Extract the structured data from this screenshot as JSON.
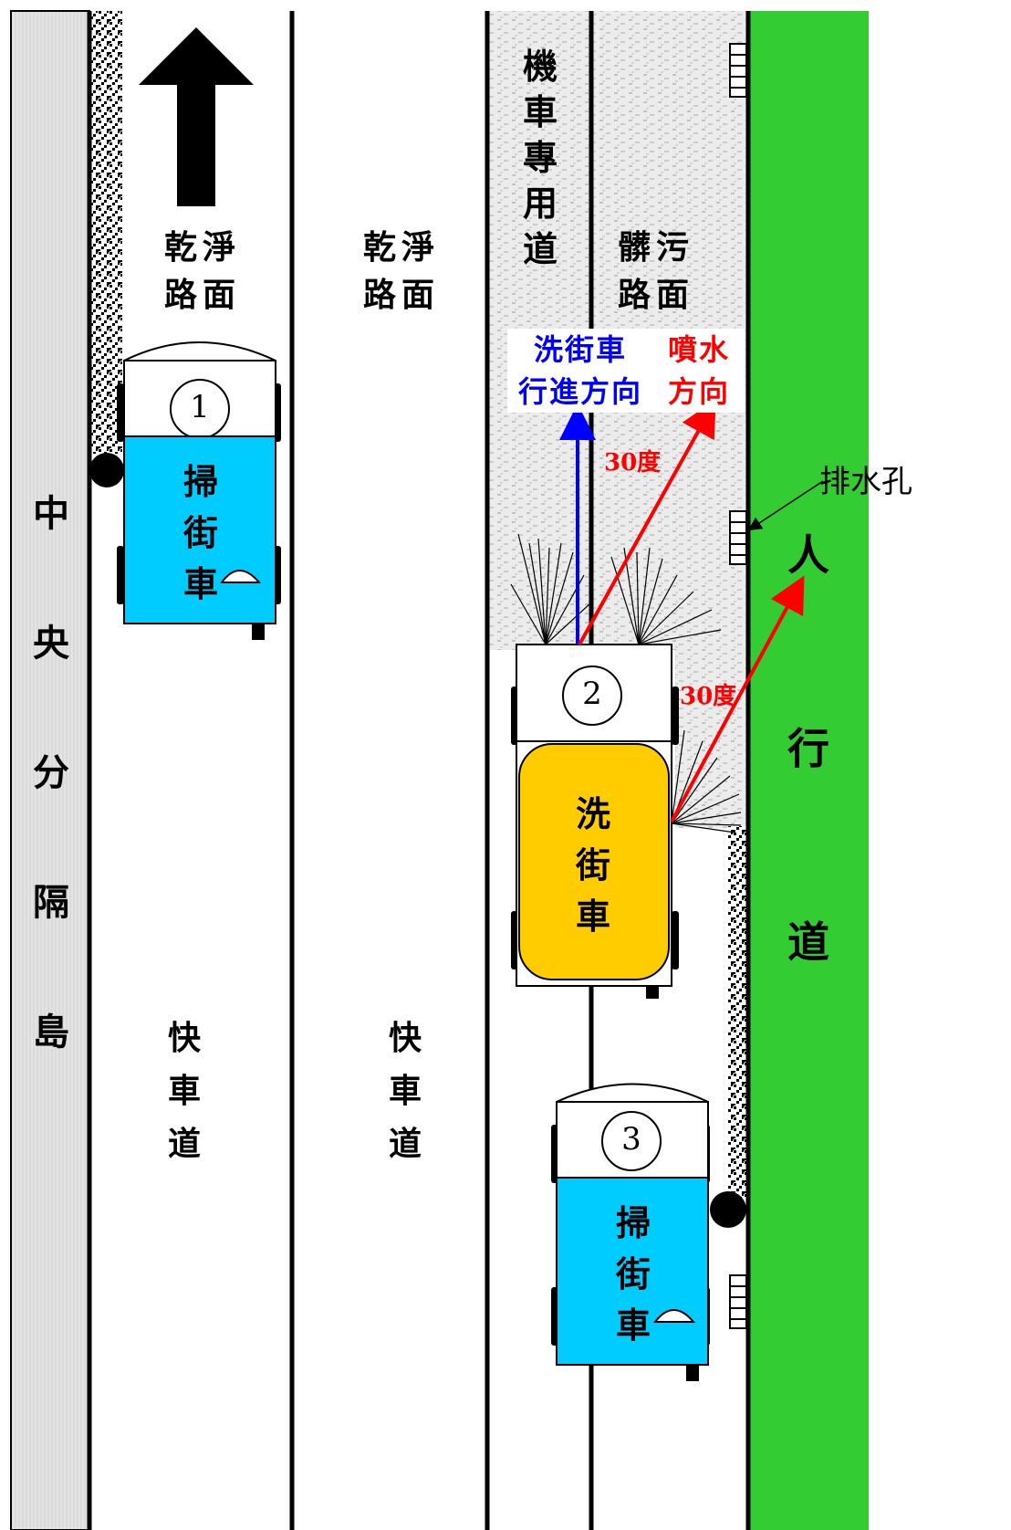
{
  "diagram": {
    "median_label": "中\n央\n分\n隔\n島",
    "clean_road_left": "乾淨\n路面",
    "clean_road_mid": "乾淨\n路面",
    "motorcycle_lane": "機\n車\n專\n用\n道",
    "dirty_road": "髒污\n路面",
    "wash_direction": "洗街車\n行進方向",
    "spray_direction": "噴水\n方向",
    "angle_top": "30度",
    "angle_side": "30度",
    "drain_label": "排水孔",
    "sidewalk_label": "人\n\n行\n\n道",
    "fast_lane_left": "快\n車\n道",
    "fast_lane_mid": "快\n車\n道",
    "sweeper1_num": "1",
    "sweeper1_label": "掃\n街\n車",
    "washer_num": "2",
    "washer_label": "洗\n街\n車",
    "sweeper3_num": "3",
    "sweeper3_label": "掃\n街\n車",
    "colors": {
      "sidewalk": "#33cc33",
      "sweeper": "#00ccff",
      "washer": "#ffcc00",
      "wash_arrow": "#0000ff",
      "spray_arrow": "#ff0000"
    }
  }
}
